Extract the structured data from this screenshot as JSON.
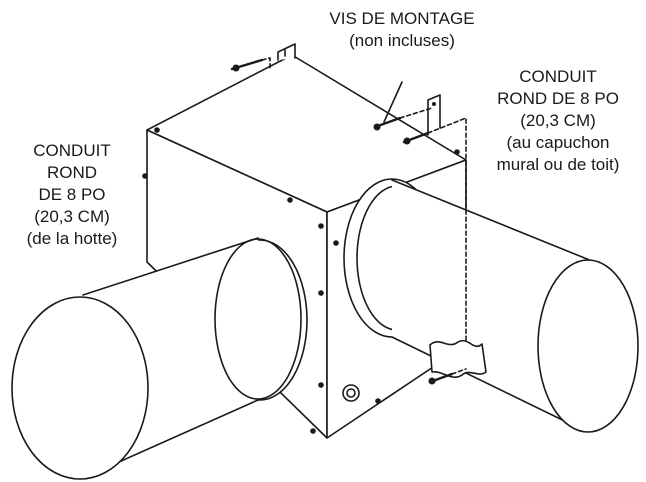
{
  "labels": {
    "mounting_screws": {
      "line1": "VIS DE MONTAGE",
      "line2": "(non incluses)"
    },
    "duct_right": {
      "line1": "CONDUIT",
      "line2": "ROND DE 8 PO",
      "line3": "(20,3 CM)",
      "line4": "(au capuchon",
      "line5": "mural ou de toit)"
    },
    "duct_left": {
      "line1": "CONDUIT",
      "line2": "ROND",
      "line3": "DE 8 PO",
      "line4": "(20,3 CM)",
      "line5": "(de la hotte)"
    }
  }
}
